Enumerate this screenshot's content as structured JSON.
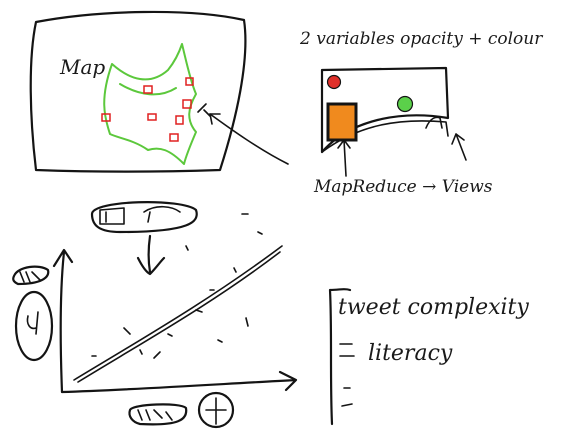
{
  "texts": {
    "map_label": "Map",
    "variables_note": "2 variables  opacity + colour",
    "mapreduce_views": "MapReduce → Views",
    "tweet_complexity": "tweet complexity",
    "literacy": "literacy"
  },
  "colors": {
    "ink": "#141414",
    "map_outline": "#5cc83c",
    "marker": "#e02020",
    "dot_red": "#e0302a",
    "dot_green": "#5bd04a",
    "orange_bar": "#f08a1e"
  },
  "icons": [
    "toggle-switch-icon",
    "slider-toggle-icon",
    "circled-x-icon",
    "circled-y-icon"
  ]
}
